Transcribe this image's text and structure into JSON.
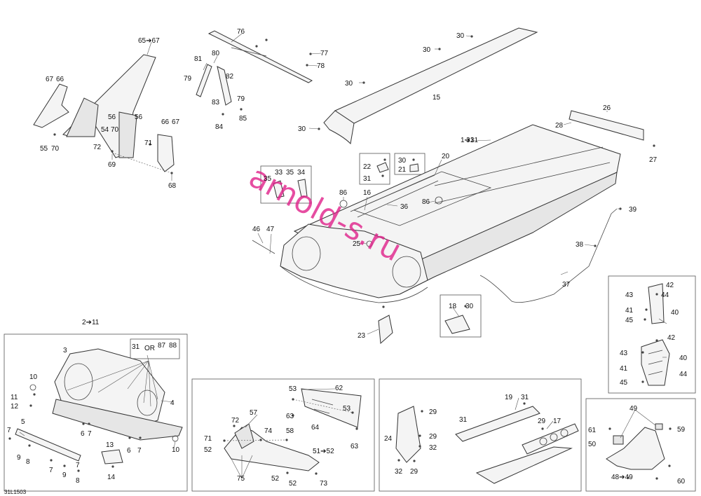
{
  "figure_code": "31L1503",
  "watermark": "arnold-s.ru",
  "callouts": [
    {
      "id": "c-1-31",
      "text": "1➔31"
    },
    {
      "id": "c-2-11",
      "text": "2➔11"
    },
    {
      "id": "c-3",
      "text": "3"
    },
    {
      "id": "c-4",
      "text": "4"
    },
    {
      "id": "c-5",
      "text": "5"
    },
    {
      "id": "c-6",
      "text": "6"
    },
    {
      "id": "c-7a",
      "text": "7"
    },
    {
      "id": "c-7b",
      "text": "7"
    },
    {
      "id": "c-7c",
      "text": "7"
    },
    {
      "id": "c-7d",
      "text": "7"
    },
    {
      "id": "c-7e",
      "text": "7"
    },
    {
      "id": "c-6b",
      "text": "6"
    },
    {
      "id": "c-8a",
      "text": "8"
    },
    {
      "id": "c-8b",
      "text": "8"
    },
    {
      "id": "c-9a",
      "text": "9"
    },
    {
      "id": "c-9b",
      "text": "9"
    },
    {
      "id": "c-10a",
      "text": "10"
    },
    {
      "id": "c-10b",
      "text": "10"
    },
    {
      "id": "c-11",
      "text": "11"
    },
    {
      "id": "c-12",
      "text": "12"
    },
    {
      "id": "c-13",
      "text": "13"
    },
    {
      "id": "c-14",
      "text": "14"
    },
    {
      "id": "c-15",
      "text": "15"
    },
    {
      "id": "c-16",
      "text": "16"
    },
    {
      "id": "c-17",
      "text": "17"
    },
    {
      "id": "c-18",
      "text": "18"
    },
    {
      "id": "c-19",
      "text": "19"
    },
    {
      "id": "c-20",
      "text": "20"
    },
    {
      "id": "c-21",
      "text": "21"
    },
    {
      "id": "c-22",
      "text": "22"
    },
    {
      "id": "c-23",
      "text": "23"
    },
    {
      "id": "c-24",
      "text": "24"
    },
    {
      "id": "c-25",
      "text": "25"
    },
    {
      "id": "c-26",
      "text": "26"
    },
    {
      "id": "c-27",
      "text": "27"
    },
    {
      "id": "c-28",
      "text": "28"
    },
    {
      "id": "c-29a",
      "text": "29"
    },
    {
      "id": "c-29b",
      "text": "29"
    },
    {
      "id": "c-29c",
      "text": "29"
    },
    {
      "id": "c-29d",
      "text": "29"
    },
    {
      "id": "c-30a",
      "text": "30"
    },
    {
      "id": "c-30b",
      "text": "30"
    },
    {
      "id": "c-30c",
      "text": "30"
    },
    {
      "id": "c-30d",
      "text": "30"
    },
    {
      "id": "c-30e",
      "text": "30"
    },
    {
      "id": "c-30f",
      "text": "30"
    },
    {
      "id": "c-31a",
      "text": "31"
    },
    {
      "id": "c-31b",
      "text": "31"
    },
    {
      "id": "c-31c",
      "text": "31"
    },
    {
      "id": "c-31d",
      "text": "31"
    },
    {
      "id": "c-32a",
      "text": "32"
    },
    {
      "id": "c-32b",
      "text": "32"
    },
    {
      "id": "c-33",
      "text": "33"
    },
    {
      "id": "c-34",
      "text": "34"
    },
    {
      "id": "c-35a",
      "text": "35"
    },
    {
      "id": "c-35b",
      "text": "35"
    },
    {
      "id": "c-36",
      "text": "36"
    },
    {
      "id": "c-37",
      "text": "37"
    },
    {
      "id": "c-38",
      "text": "38"
    },
    {
      "id": "c-39",
      "text": "39"
    },
    {
      "id": "c-40a",
      "text": "40"
    },
    {
      "id": "c-40b",
      "text": "40"
    },
    {
      "id": "c-41a",
      "text": "41"
    },
    {
      "id": "c-41b",
      "text": "41"
    },
    {
      "id": "c-42a",
      "text": "42"
    },
    {
      "id": "c-42b",
      "text": "42"
    },
    {
      "id": "c-43a",
      "text": "43"
    },
    {
      "id": "c-43b",
      "text": "43"
    },
    {
      "id": "c-44a",
      "text": "44"
    },
    {
      "id": "c-44b",
      "text": "44"
    },
    {
      "id": "c-45a",
      "text": "45"
    },
    {
      "id": "c-45b",
      "text": "45"
    },
    {
      "id": "c-46",
      "text": "46"
    },
    {
      "id": "c-47",
      "text": "47"
    },
    {
      "id": "c-48-49",
      "text": "48➔49"
    },
    {
      "id": "c-49",
      "text": "49"
    },
    {
      "id": "c-50",
      "text": "50"
    },
    {
      "id": "c-51-52",
      "text": "51➔52"
    },
    {
      "id": "c-52a",
      "text": "52"
    },
    {
      "id": "c-52b",
      "text": "52"
    },
    {
      "id": "c-52c",
      "text": "52"
    },
    {
      "id": "c-53a",
      "text": "53"
    },
    {
      "id": "c-53b",
      "text": "53"
    },
    {
      "id": "c-54",
      "text": "54"
    },
    {
      "id": "c-55",
      "text": "55"
    },
    {
      "id": "c-56a",
      "text": "56"
    },
    {
      "id": "c-56b",
      "text": "56"
    },
    {
      "id": "c-57",
      "text": "57"
    },
    {
      "id": "c-58",
      "text": "58"
    },
    {
      "id": "c-59",
      "text": "59"
    },
    {
      "id": "c-60",
      "text": "60"
    },
    {
      "id": "c-61",
      "text": "61"
    },
    {
      "id": "c-62",
      "text": "62"
    },
    {
      "id": "c-63a",
      "text": "63"
    },
    {
      "id": "c-63b",
      "text": "63"
    },
    {
      "id": "c-64",
      "text": "64"
    },
    {
      "id": "c-65-67",
      "text": "65➔67"
    },
    {
      "id": "c-66a",
      "text": "66"
    },
    {
      "id": "c-66b",
      "text": "66"
    },
    {
      "id": "c-67a",
      "text": "67"
    },
    {
      "id": "c-67b",
      "text": "67"
    },
    {
      "id": "c-68",
      "text": "68"
    },
    {
      "id": "c-69",
      "text": "69"
    },
    {
      "id": "c-70a",
      "text": "70"
    },
    {
      "id": "c-70b",
      "text": "70"
    },
    {
      "id": "c-71a",
      "text": "71"
    },
    {
      "id": "c-71b",
      "text": "71"
    },
    {
      "id": "c-72a",
      "text": "72"
    },
    {
      "id": "c-72b",
      "text": "72"
    },
    {
      "id": "c-73",
      "text": "73"
    },
    {
      "id": "c-74",
      "text": "74"
    },
    {
      "id": "c-75",
      "text": "75"
    },
    {
      "id": "c-76",
      "text": "76"
    },
    {
      "id": "c-77",
      "text": "77"
    },
    {
      "id": "c-78",
      "text": "78"
    },
    {
      "id": "c-79a",
      "text": "79"
    },
    {
      "id": "c-79b",
      "text": "79"
    },
    {
      "id": "c-80",
      "text": "80"
    },
    {
      "id": "c-81",
      "text": "81"
    },
    {
      "id": "c-82",
      "text": "82"
    },
    {
      "id": "c-83",
      "text": "83"
    },
    {
      "id": "c-84",
      "text": "84"
    },
    {
      "id": "c-85",
      "text": "85"
    },
    {
      "id": "c-86a",
      "text": "86"
    },
    {
      "id": "c-86b",
      "text": "86"
    },
    {
      "id": "c-31e",
      "text": "31"
    },
    {
      "id": "c-or",
      "text": "OR"
    },
    {
      "id": "c-87",
      "text": "87"
    },
    {
      "id": "c-88",
      "text": "88"
    }
  ]
}
